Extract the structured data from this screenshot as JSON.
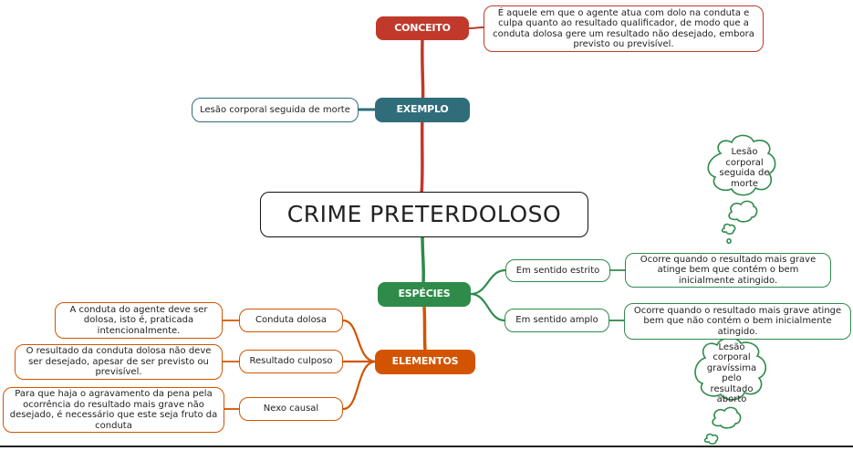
{
  "central": {
    "title": "CRIME PRETERDOLOSO"
  },
  "conceito": {
    "label": "CONCEITO",
    "text": "É aquele em que o agente atua com dolo na conduta e culpa quanto ao resultado qualificador, de modo que a conduta dolosa gere um resultado não desejado, embora previsto ou previsível."
  },
  "exemplo": {
    "label": "EXEMPLO",
    "text": "Lesão corporal seguida de morte"
  },
  "especies": {
    "label": "ESPÉCIES",
    "items": [
      {
        "label": "Em sentido estrito",
        "text": "Ocorre quando o resultado mais grave atinge bem que contém o bem inicialmente atingido.",
        "example": "Lesão corporal seguida de morte"
      },
      {
        "label": "Em sentido amplo",
        "text": "Ocorre quando o resultado mais grave atinge bem que não contém o bem inicialmente atingido.",
        "example": "Lesão corporal gravíssima pelo resultado aborto"
      }
    ]
  },
  "elementos": {
    "label": "ELEMENTOS",
    "items": [
      {
        "label": "Conduta dolosa",
        "text": "A conduta do agente deve ser dolosa, isto é, praticada intencionalmente."
      },
      {
        "label": "Resultado culposo",
        "text": "O resultado da conduta dolosa não deve ser desejado, apesar de ser previsto ou previsível."
      },
      {
        "label": "Nexo causal",
        "text": "Para que haja o agravamento da pena pela ocorrência do resultado mais grave não desejado, é necessário que este seja fruto da conduta"
      }
    ]
  },
  "colors": {
    "conceito": "#c0392b",
    "exemplo": "#2f6d7a",
    "especies": "#2e8b4a",
    "elementos": "#d35400"
  }
}
